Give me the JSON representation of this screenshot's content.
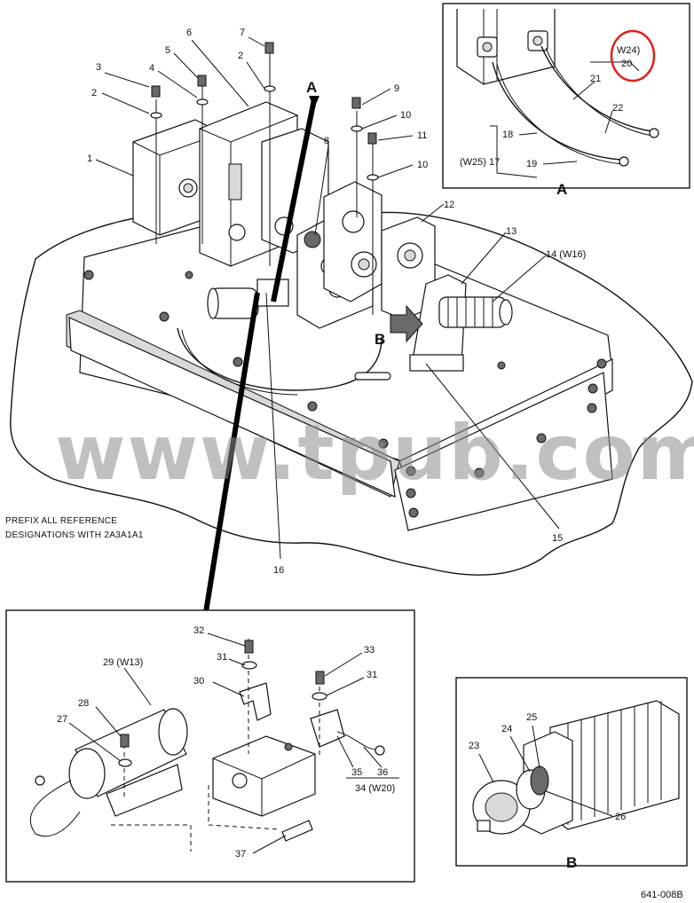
{
  "watermark": "www.tpub.com",
  "note_line1": "PREFIX ALL REFERENCE",
  "note_line2": "DESIGNATIONS WITH  2A3A1A1",
  "figure_code": "641-008B",
  "view_a_letter": "A",
  "view_b_letter": "B",
  "main_marker_a": "A",
  "main_marker_b": "B",
  "highlight_color": "#e0201b",
  "callouts": {
    "c1": "1",
    "c2a": "2",
    "c2b": "2",
    "c3": "3",
    "c4": "4",
    "c5": "5",
    "c6": "6",
    "c7": "7",
    "c8": "8",
    "c9": "9",
    "c10a": "10",
    "c10b": "10",
    "c11": "11",
    "c12": "12",
    "c13": "13",
    "c14": "14 (W16)",
    "c15": "15",
    "c16": "16"
  },
  "view_a_callouts": {
    "w24": "W24)",
    "c20": "20",
    "c21": "21",
    "c22": "22",
    "c18": "18",
    "w25": "(W25) 17",
    "c19": "19"
  },
  "detail_callouts": {
    "c29": "29 (W13)",
    "c28": "28",
    "c27": "27",
    "c30": "30",
    "c31a": "31",
    "c32": "32",
    "c33": "33",
    "c31b": "31",
    "c35": "35",
    "c36": "36",
    "c34": "34 (W20)",
    "c37": "37"
  },
  "view_b_callouts": {
    "c23": "23",
    "c24": "24",
    "c25": "25",
    "c26": "26"
  }
}
